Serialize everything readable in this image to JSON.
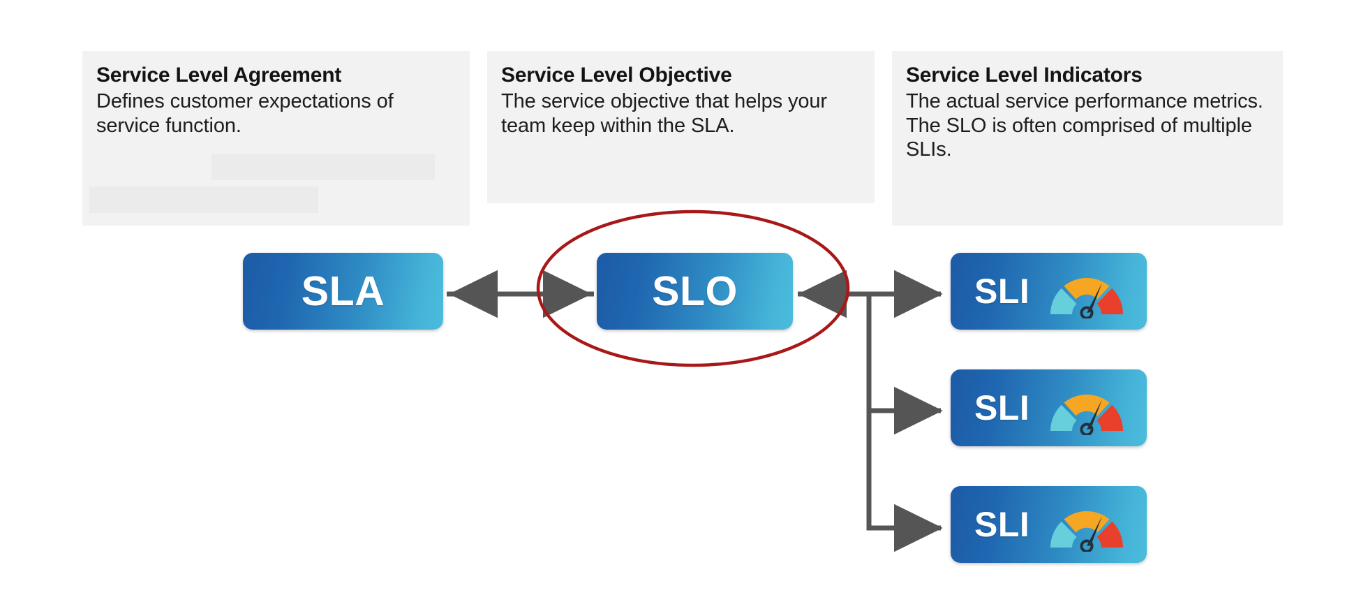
{
  "diagram": {
    "title_concept": "SLA / SLO / SLI relationship",
    "accent_arrow_color": "#555555",
    "annotation_color": "#a81818",
    "card_background": "#f2f2f2",
    "redaction_color": "#ebebeb",
    "node_gradient_from": "#1d5ba6",
    "node_gradient_to": "#4cbcdd"
  },
  "cards": [
    {
      "id": "sla",
      "title": "Service Level Agreement",
      "body": "Defines customer expectations of service function."
    },
    {
      "id": "slo",
      "title": "Service Level Objective",
      "body": "The service objective that helps your team keep within the SLA."
    },
    {
      "id": "sli",
      "title": "Service Level Indicators",
      "body": "The actual service performance metrics. The SLO is often comprised of multiple SLIs."
    }
  ],
  "nodes": {
    "sla": {
      "label": "SLA"
    },
    "slo": {
      "label": "SLO"
    },
    "sli": [
      {
        "label": "SLI",
        "icon": "gauge-icon"
      },
      {
        "label": "SLI",
        "icon": "gauge-icon"
      },
      {
        "label": "SLI",
        "icon": "gauge-icon"
      }
    ]
  },
  "gauge": {
    "segment_low_color": "#67cfdc",
    "segment_mid_color": "#f5a623",
    "segment_high_color": "#e8402a",
    "needle_color": "#22303c"
  },
  "connectors": [
    {
      "name": "sla-slo-bidirectional",
      "type": "double-arrow"
    },
    {
      "name": "slo-sli-bidirectional",
      "type": "double-arrow"
    },
    {
      "name": "sli-branch-2",
      "type": "arrow"
    },
    {
      "name": "sli-branch-3",
      "type": "arrow"
    }
  ],
  "highlight": {
    "name": "slo-emphasis-ellipse",
    "shape": "ellipse",
    "color": "#a81818"
  }
}
